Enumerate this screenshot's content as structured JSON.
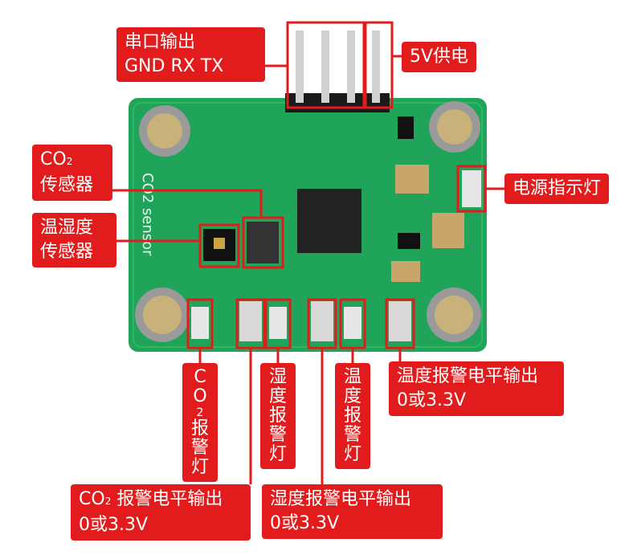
{
  "labels": {
    "uart": {
      "line1": "串口输出",
      "line2": "GND RX TX"
    },
    "power_5v": "5V供电",
    "co2_sensor": {
      "line1_main": "CO",
      "line1_sub": "2",
      "line2": "传感器"
    },
    "temp_hum_sensor": {
      "line1": "温湿度",
      "line2": "传感器"
    },
    "power_indicator": "电源指示灯",
    "co2_alarm_lamp": [
      "C",
      "O",
      "2",
      "报",
      "警",
      "灯"
    ],
    "hum_alarm_lamp": [
      "湿",
      "度",
      "报",
      "警",
      "灯"
    ],
    "temp_alarm_lamp": [
      "温",
      "度",
      "报",
      "警",
      "灯"
    ],
    "temp_alarm_output": {
      "line1": "温度报警电平输出",
      "line2": "0或3.3V"
    },
    "co2_alarm_output": {
      "line1_main": "CO",
      "line1_sub": "2",
      "line1_rest": " 报警电平输出",
      "line2": "0或3.3V"
    },
    "hum_alarm_output": {
      "line1": "湿度报警电平输出",
      "line2": "0或3.3V"
    }
  },
  "board": {
    "silkscreen": "CO2 sensor",
    "colors": {
      "pcb": "#1fa45a",
      "label": "#e21c1c",
      "pad": "#d9d9d9"
    }
  }
}
